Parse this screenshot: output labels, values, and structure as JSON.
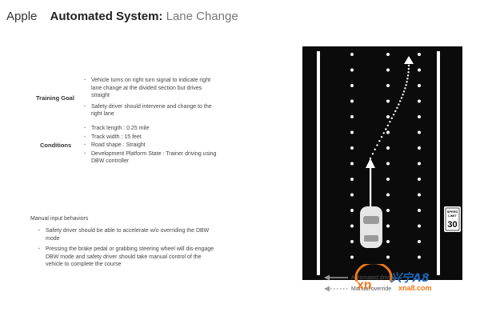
{
  "header": {
    "brand": "Apple",
    "title_bold": "Automated System:",
    "title_light": "Lane Change"
  },
  "training_goal": {
    "label": "Training Goal",
    "bullets": [
      "Vehicle turns on right turn signal to indicate right lane change at the divided section but drives straight",
      "Safety driver should intervene and change to the right lane"
    ]
  },
  "conditions": {
    "label": "Conditions",
    "bullets": [
      "Track length : 0.25 mile",
      "Track width : 15 feet",
      "Road shape : Straight",
      "Development Platform State : Trainer driving using DBW controller"
    ]
  },
  "manual": {
    "heading": "Manual input behaviors",
    "bullets": [
      "Safety driver should be able to accelerate w/o overriding the DBW mode",
      "Pressing the brake pedal or grabbing steering wheel will dis-engage DBW mode and safety driver should take manual control of the vehicle to complete the course"
    ]
  },
  "sign": {
    "top": "SPEED",
    "middle": "LIMIT",
    "value": "30"
  },
  "legend": {
    "auto": "Automated driving",
    "manual": "Manual override"
  },
  "watermark": {
    "logo": "xn",
    "brand": "兴宁A8",
    "url": "xna8.com"
  },
  "colors": {
    "road": "#0b0b0b",
    "lane_line": "#ffffff",
    "car": "#e6e6e6",
    "watermark_orange": "#f07818",
    "watermark_blue": "#1a66b8"
  }
}
